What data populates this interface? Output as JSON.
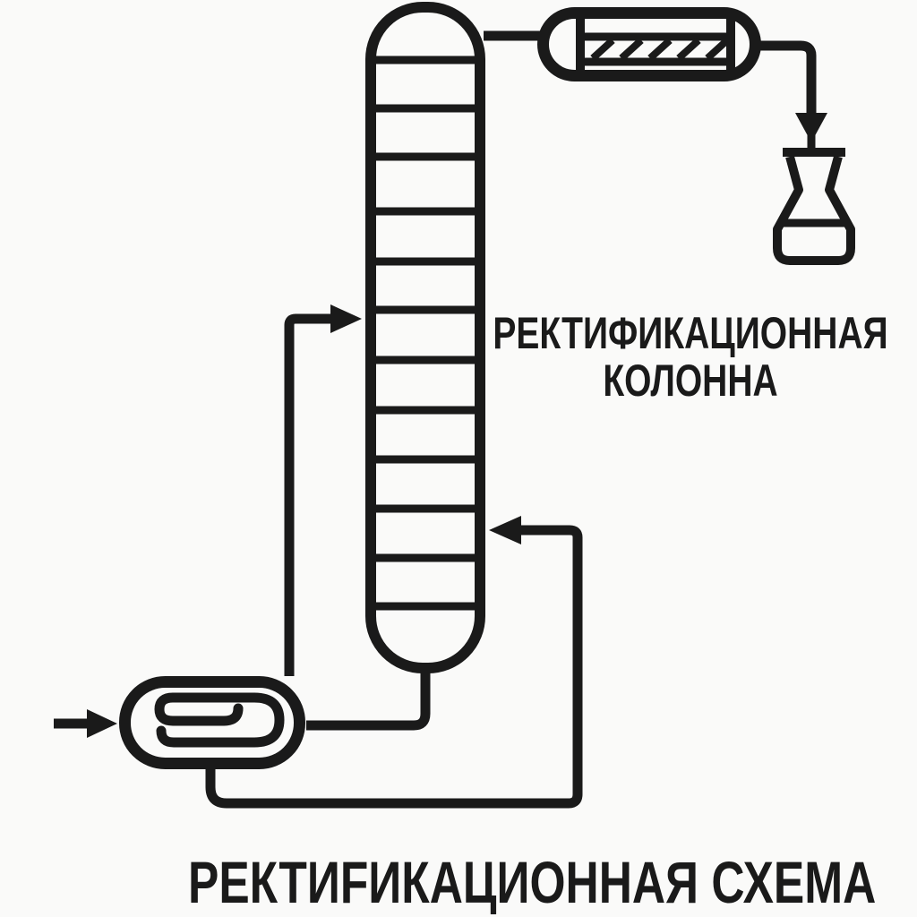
{
  "canvas": {
    "background": "#fafaf9",
    "ink": "#1a1a1a"
  },
  "labels": {
    "column_line1": "РЕКТИФИКАЦИОННАЯ",
    "column_line2": "КОЛОННА",
    "title": "РЕКТИFИКАЦИОННАЯ СХЕМА"
  },
  "diagram": {
    "type": "process-flow-diagram",
    "components": [
      {
        "name": "rectification-column",
        "trays": 12
      },
      {
        "name": "overhead-condenser",
        "hatch_lines": 5
      },
      {
        "name": "receiver-flask",
        "has_liquid_level": true
      },
      {
        "name": "reboiler",
        "internal": "heating-coil"
      }
    ],
    "arrows": [
      {
        "name": "feed-into-reboiler",
        "direction": "right"
      },
      {
        "name": "vapor-return-into-column",
        "direction": "right"
      },
      {
        "name": "recycle-into-column",
        "direction": "left"
      },
      {
        "name": "distillate-into-flask",
        "direction": "down"
      }
    ]
  }
}
